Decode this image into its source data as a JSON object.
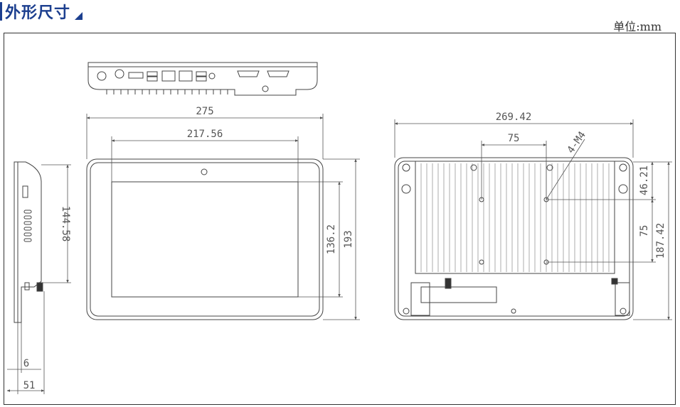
{
  "header": {
    "title": "外形尺寸",
    "unit": "单位:mm"
  },
  "dimensions": {
    "front_width": "275",
    "screen_width": "217.56",
    "screen_height": "136.2",
    "front_height": "193",
    "side_height": "144.58",
    "side_depth_total": "51",
    "side_depth_bezel": "6",
    "rear_width": "269.42",
    "hole_spacing_h": "75",
    "hole_spacing_v": "75",
    "hole_callout": "4-M4",
    "rear_top_offset": "46.21",
    "rear_height": "187.42"
  },
  "colors": {
    "title": "#1c3f8f",
    "line": "#444444",
    "dim": "#555555"
  }
}
